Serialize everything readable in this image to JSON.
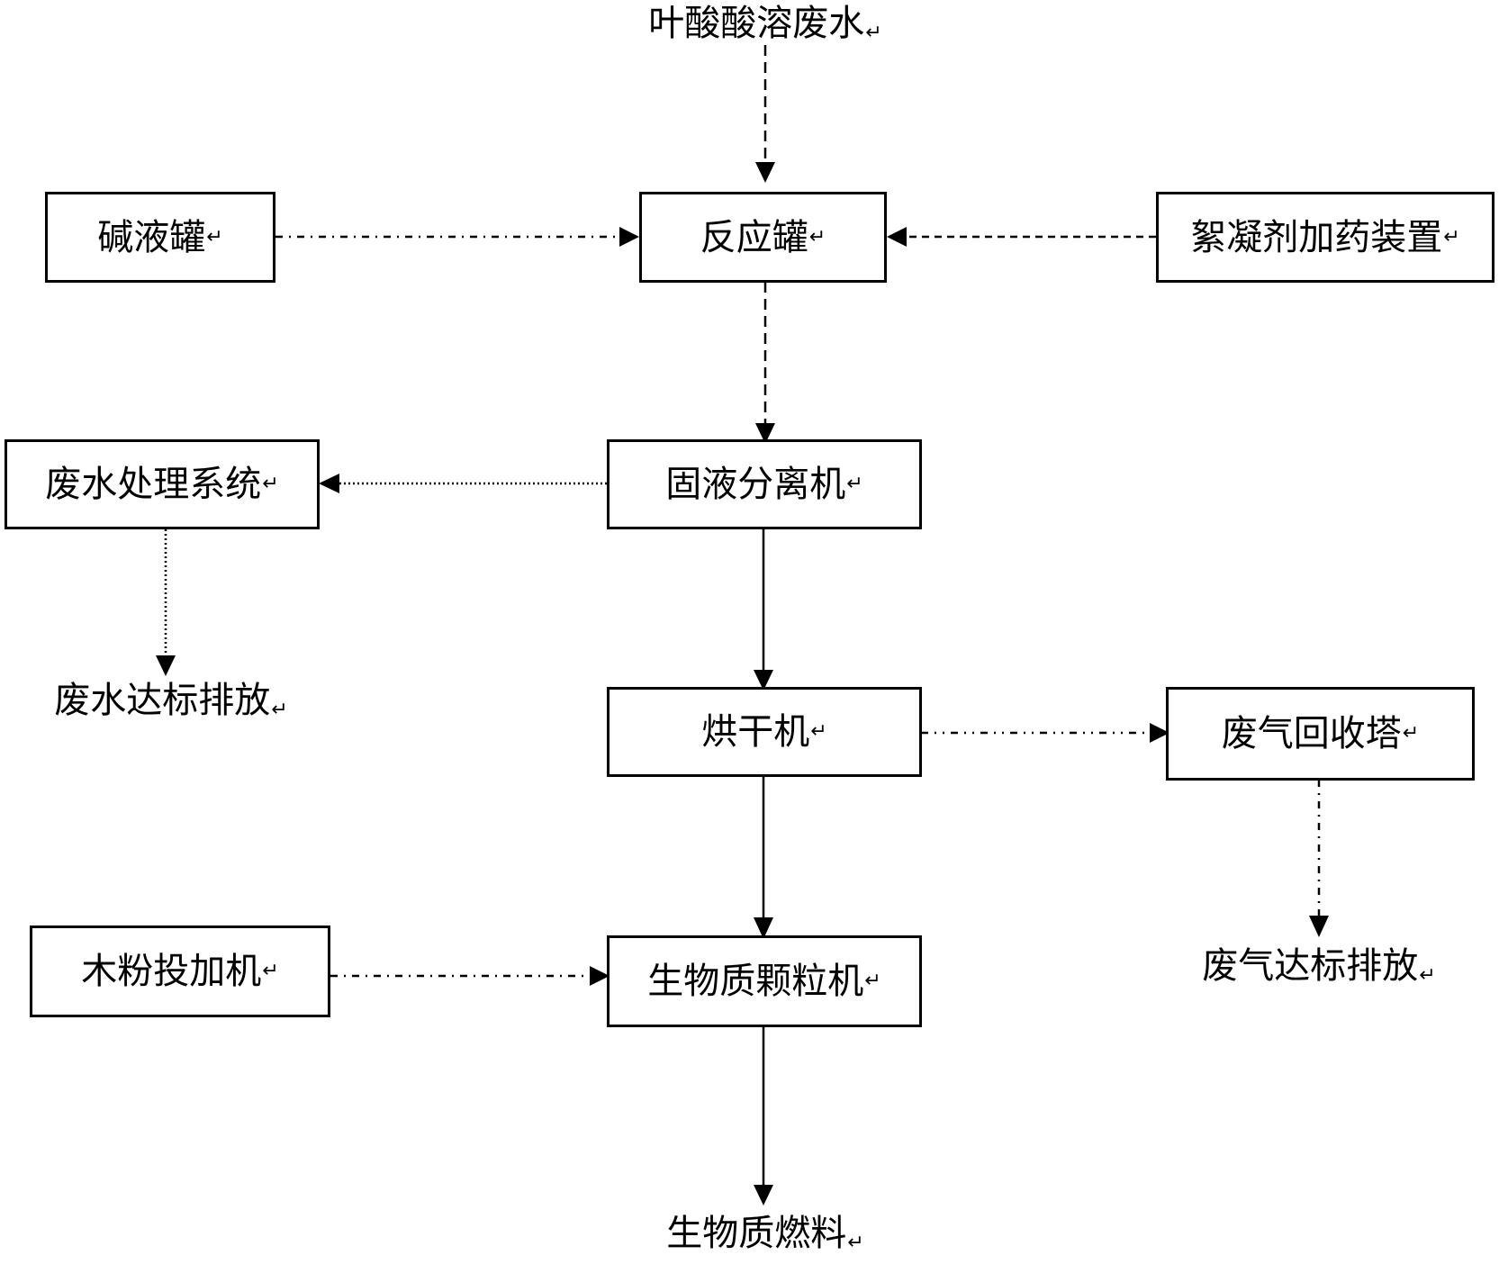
{
  "return_mark": "↵",
  "nodes": {
    "source": "叶酸酸溶废水",
    "alkali_tank": "碱液罐",
    "reaction_tank": "反应罐",
    "flocculant_dosing": "絮凝剂加药装置",
    "wastewater_system": "废水处理系统",
    "separator": "固液分离机",
    "wastewater_discharge": "废水达标排放",
    "dryer": "烘干机",
    "gas_tower": "废气回收塔",
    "wood_powder_feeder": "木粉投加机",
    "pellet_machine": "生物质颗粒机",
    "gas_discharge": "废气达标排放",
    "product": "生物质燃料"
  }
}
